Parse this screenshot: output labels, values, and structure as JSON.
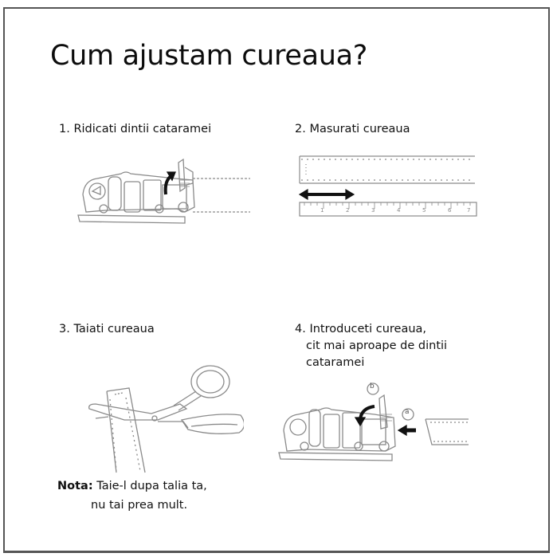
{
  "page": {
    "title": "Cum ajustam cureaua?"
  },
  "steps": [
    {
      "number": "1.",
      "label": "Ridicati dintii cataramei",
      "illustration": "buckle-lift-teeth"
    },
    {
      "number": "2.",
      "label": "Masurati cureaua",
      "illustration": "ruler-measure"
    },
    {
      "number": "3.",
      "label": "Taiati cureaua",
      "illustration": "scissors-cut"
    },
    {
      "number": "4.",
      "label_lines": [
        "Introduceti cureaua,",
        "cit mai aproape de dintii",
        "cataramei"
      ],
      "illustration": "buckle-insert-strap",
      "markers": {
        "a": "a",
        "b": "b"
      }
    }
  ],
  "note": {
    "label": "Nota:",
    "line1": "Taie-l dupa talia ta,",
    "line2": "nu tai prea mult."
  },
  "ruler": {
    "ticks": [
      "1",
      "2",
      "3",
      "4",
      "5",
      "6",
      "7"
    ]
  },
  "colors": {
    "frame": "#555555",
    "text": "#111111",
    "sketch": "#8a8a8a",
    "arrow": "#111111"
  }
}
